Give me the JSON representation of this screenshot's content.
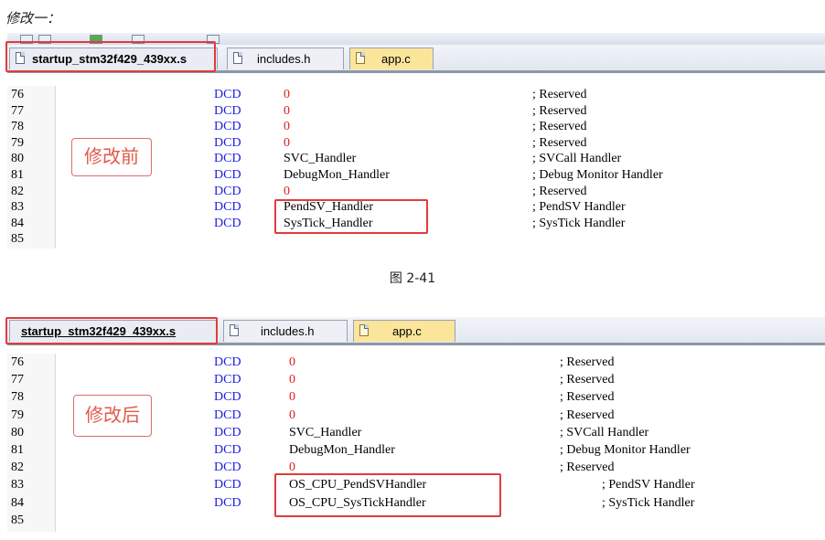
{
  "heading": "修改一：",
  "caption": "图 2-41",
  "tabs": [
    {
      "label": "startup_stm32f429_439xx.s",
      "active": true
    },
    {
      "label": "includes.h",
      "active": false
    },
    {
      "label": "app.c",
      "active": false
    }
  ],
  "before": {
    "callout": "修改前",
    "lines": [
      {
        "num": "76",
        "kw": "DCD",
        "sym": "0",
        "comment": "; Reserved"
      },
      {
        "num": "77",
        "kw": "DCD",
        "sym": "0",
        "comment": "; Reserved"
      },
      {
        "num": "78",
        "kw": "DCD",
        "sym": "0",
        "comment": "; Reserved"
      },
      {
        "num": "79",
        "kw": "DCD",
        "sym": "0",
        "comment": "; Reserved"
      },
      {
        "num": "80",
        "kw": "DCD",
        "sym": "SVC_Handler",
        "comment": "; SVCall Handler"
      },
      {
        "num": "81",
        "kw": "DCD",
        "sym": "DebugMon_Handler",
        "comment": "; Debug Monitor Handler"
      },
      {
        "num": "82",
        "kw": "DCD",
        "sym": "0",
        "comment": "; Reserved"
      },
      {
        "num": "83",
        "kw": "DCD",
        "sym": "PendSV_Handler",
        "comment": "; PendSV Handler"
      },
      {
        "num": "84",
        "kw": "DCD",
        "sym": "SysTick_Handler",
        "comment": "; SysTick Handler"
      },
      {
        "num": "85",
        "kw": "",
        "sym": "",
        "comment": ""
      }
    ]
  },
  "after": {
    "callout": "修改后",
    "lines": [
      {
        "num": "76",
        "kw": "DCD",
        "sym": "0",
        "comment": "; Reserved"
      },
      {
        "num": "77",
        "kw": "DCD",
        "sym": "0",
        "comment": "; Reserved"
      },
      {
        "num": "78",
        "kw": "DCD",
        "sym": "0",
        "comment": "; Reserved"
      },
      {
        "num": "79",
        "kw": "DCD",
        "sym": "0",
        "comment": "; Reserved"
      },
      {
        "num": "80",
        "kw": "DCD",
        "sym": "SVC_Handler",
        "comment": "; SVCall Handler"
      },
      {
        "num": "81",
        "kw": "DCD",
        "sym": "DebugMon_Handler",
        "comment": "; Debug Monitor Handler"
      },
      {
        "num": "82",
        "kw": "DCD",
        "sym": "0",
        "comment": "; Reserved"
      },
      {
        "num": "83",
        "kw": "DCD",
        "sym": "OS_CPU_PendSVHandler",
        "comment": "; PendSV Handler"
      },
      {
        "num": "84",
        "kw": "DCD",
        "sym": "OS_CPU_SysTickHandler",
        "comment": "; SysTick Handler"
      },
      {
        "num": "85",
        "kw": "",
        "sym": "",
        "comment": ""
      }
    ]
  },
  "colors": {
    "keyword": "#1b1be0",
    "zero": "#e01b1b",
    "highlight": "#e03c3c"
  }
}
